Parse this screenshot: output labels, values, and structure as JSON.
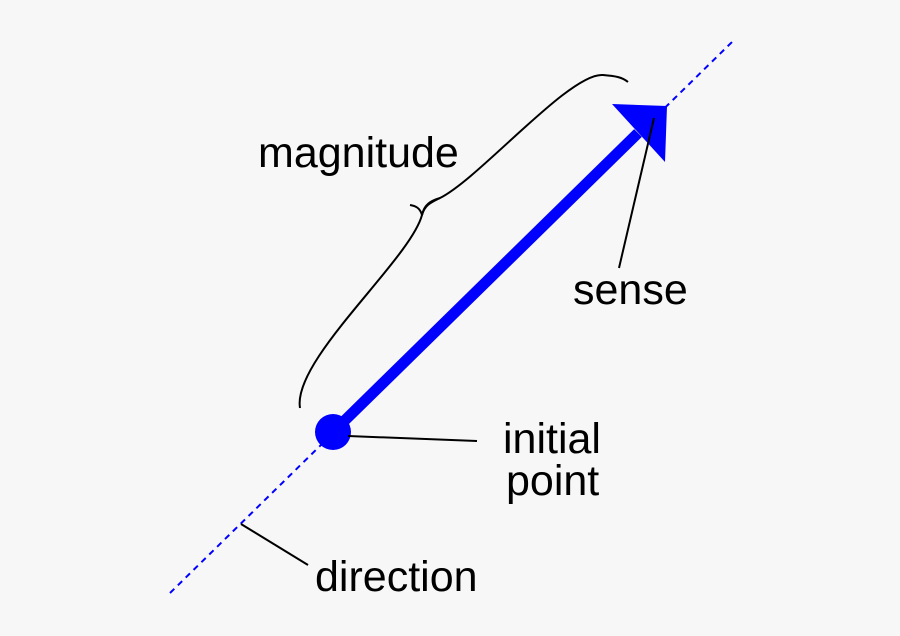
{
  "labels": {
    "magnitude": "magnitude",
    "sense": "sense",
    "initial_point_line1": "initial",
    "initial_point_line2": "point",
    "direction": "direction"
  },
  "colors": {
    "vector": "#0000ff",
    "direction_line": "#0000ff",
    "annotation": "#000000",
    "background": "#f7f7f7"
  }
}
